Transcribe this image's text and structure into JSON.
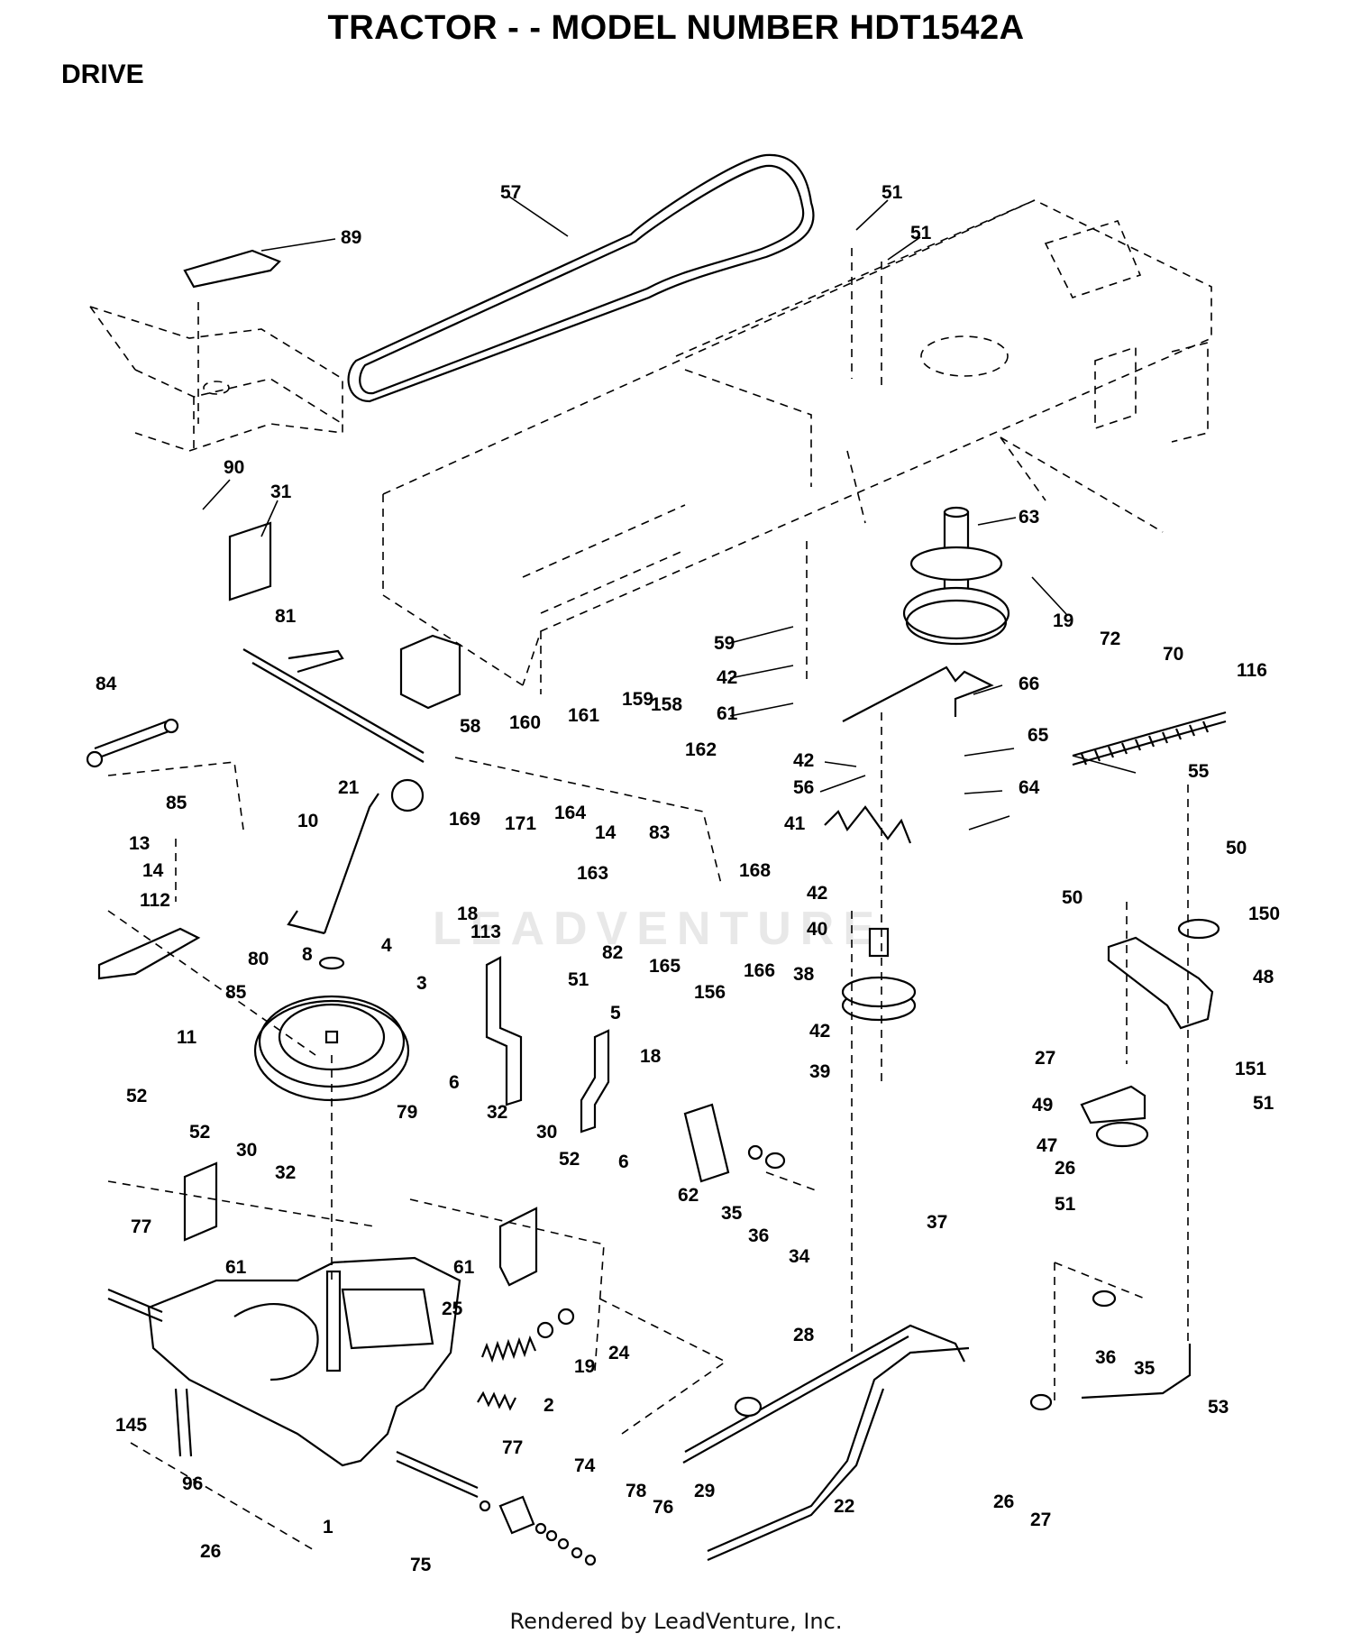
{
  "header": {
    "title": "TRACTOR - - MODEL NUMBER HDT1542A",
    "section": "DRIVE"
  },
  "footer": {
    "rendered_by": "Rendered by LeadVenture, Inc."
  },
  "watermark": "LEADVENTURE",
  "callouts": [
    "57",
    "89",
    "51",
    "51",
    "90",
    "31",
    "63",
    "19",
    "72",
    "70",
    "116",
    "81",
    "59",
    "58",
    "42",
    "61",
    "66",
    "84",
    "160",
    "161",
    "159",
    "158",
    "162",
    "42",
    "65",
    "55",
    "56",
    "64",
    "85",
    "169",
    "171",
    "164",
    "14",
    "83",
    "163",
    "21",
    "10",
    "41",
    "168",
    "13",
    "14",
    "42",
    "40",
    "50",
    "50",
    "150",
    "112",
    "80",
    "8",
    "4",
    "18",
    "113",
    "51",
    "82",
    "165",
    "166",
    "156",
    "38",
    "48",
    "85",
    "3",
    "5",
    "18",
    "42",
    "39",
    "27",
    "11",
    "6",
    "62",
    "49",
    "151",
    "52",
    "79",
    "32",
    "30",
    "6",
    "35",
    "36",
    "47",
    "51",
    "52",
    "30",
    "26",
    "32",
    "52",
    "34",
    "51",
    "77",
    "61",
    "61",
    "37",
    "36",
    "35",
    "25",
    "24",
    "19",
    "28",
    "53",
    "2",
    "145",
    "77",
    "29",
    "74",
    "96",
    "78",
    "76",
    "22",
    "26",
    "27",
    "1",
    "26",
    "75"
  ]
}
